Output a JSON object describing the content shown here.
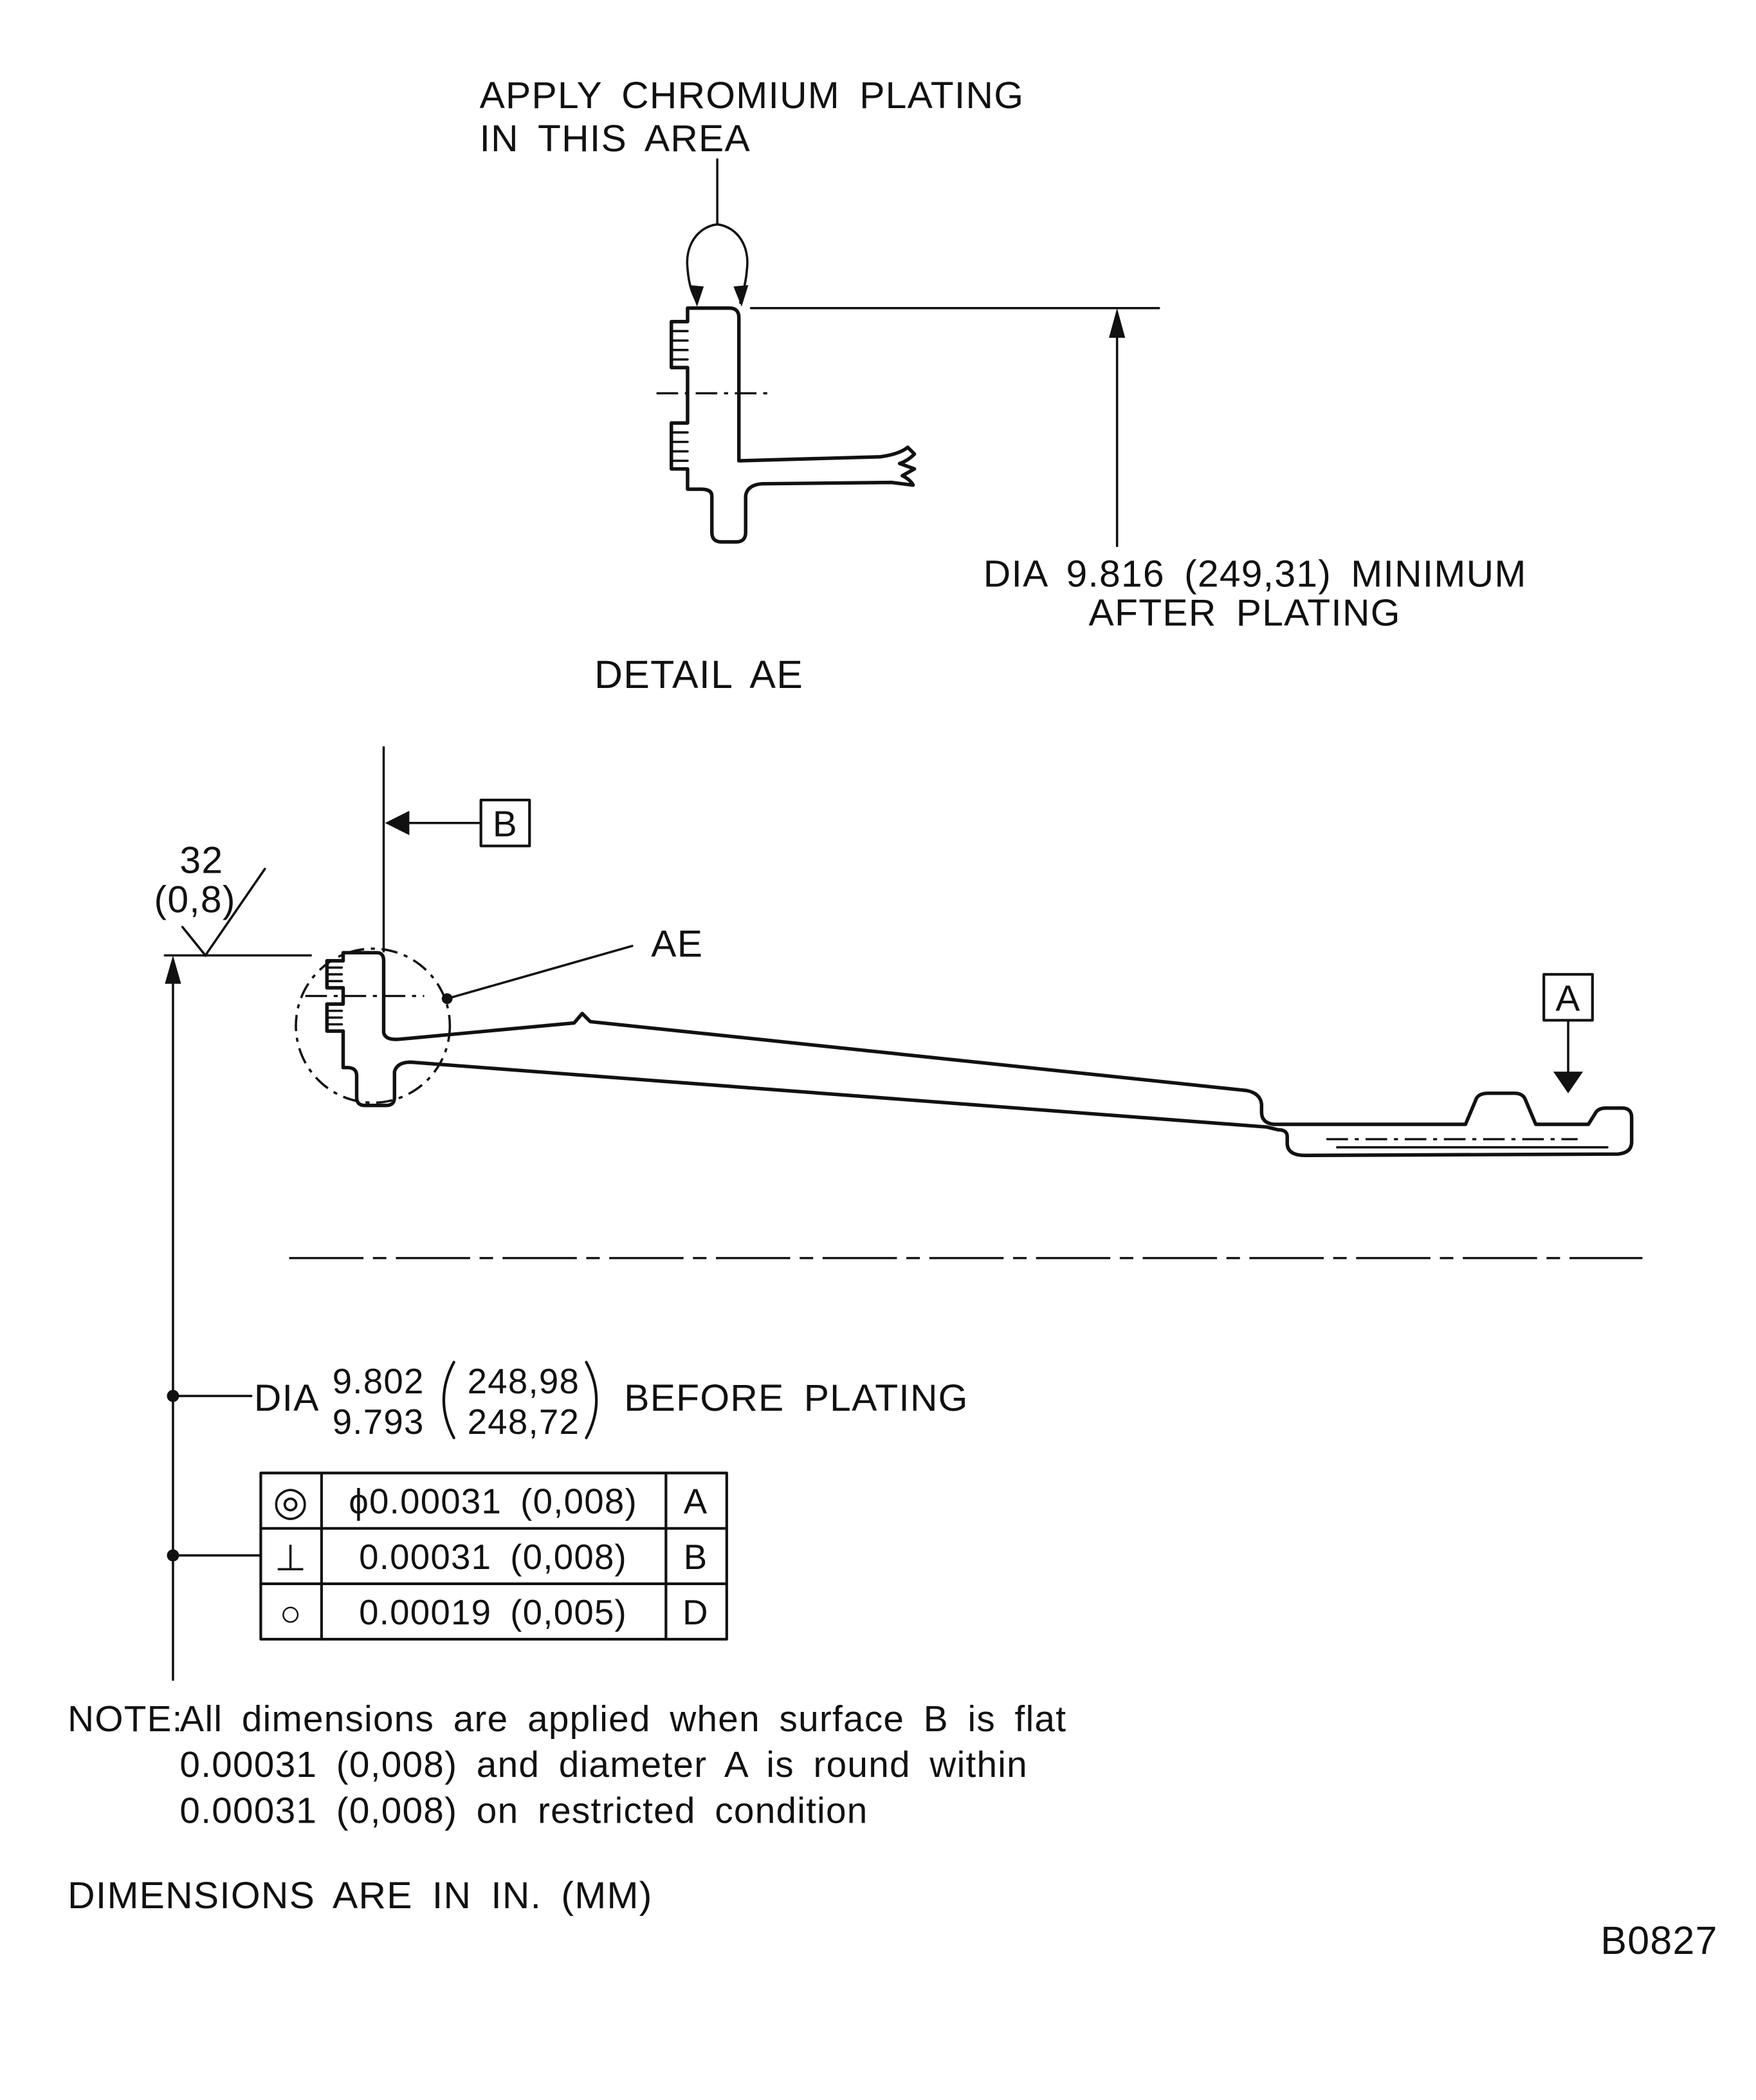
{
  "detail_view": {
    "plating_note": {
      "line1": "APPLY CHROMIUM PLATING",
      "line2": "IN THIS AREA"
    },
    "dia_after_plating": {
      "line1": "DIA 9.816 (249,31) MINIMUM",
      "line2": "AFTER PLATING"
    },
    "caption": "DETAIL AE"
  },
  "main_view": {
    "surface_finish": {
      "value": "32",
      "mm": "(0,8)"
    },
    "datum_b_label": "B",
    "datum_a_label": "A",
    "detail_callout": "AE",
    "dia_before_plating": {
      "prefix": "DIA",
      "in_upper": "9.802",
      "in_lower": "9.793",
      "mm_upper": "248,98",
      "mm_lower": "248,72",
      "suffix": "BEFORE PLATING"
    }
  },
  "tolerance_table": {
    "rows": [
      {
        "symbol": "◎",
        "symbol_name": "concentricity-symbol",
        "value": "ϕ0.00031 (0,008)",
        "datum": "A"
      },
      {
        "symbol": "⊥",
        "symbol_name": "perpendicularity-symbol",
        "value": "0.00031 (0,008)",
        "datum": "B"
      },
      {
        "symbol": "○",
        "symbol_name": "roundness-symbol",
        "value": "0.00019 (0,005)",
        "datum": "D"
      }
    ]
  },
  "note": {
    "label": "NOTE:",
    "lines": [
      "All dimensions are applied when surface B is flat",
      "0.00031 (0,008) and diameter A is round within",
      "0.00031 (0,008) on restricted condition"
    ]
  },
  "footer": {
    "units_note": "DIMENSIONS ARE IN IN. (MM)",
    "figure_code": "B0827"
  }
}
